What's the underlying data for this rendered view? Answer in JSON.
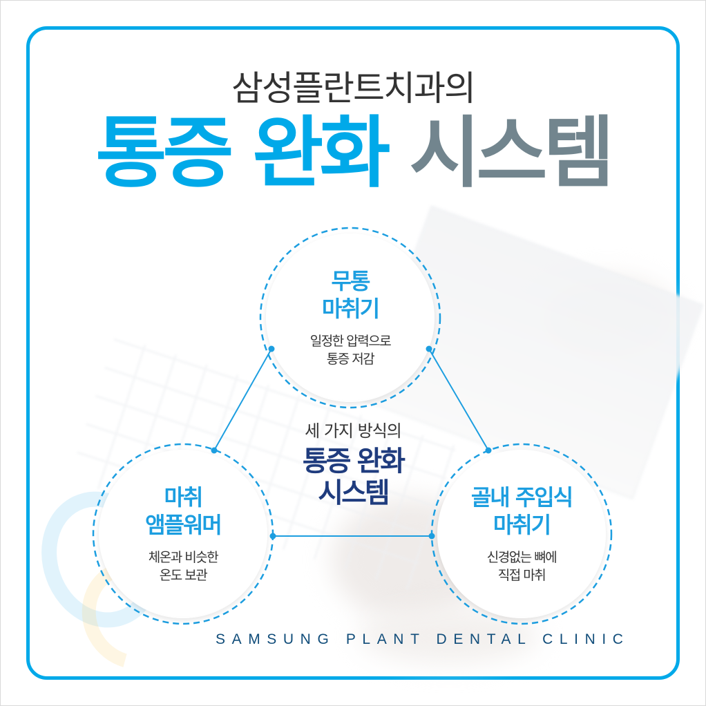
{
  "header": {
    "subtitle": "삼성플란트치과의",
    "headline_blue": "통증 완화",
    "headline_gray": "시스템"
  },
  "center": {
    "intro": "세 가지 방식의",
    "main_line1": "통증 완화",
    "main_line2": "시스템"
  },
  "methods": [
    {
      "title_line1": "무통",
      "title_line2": "마취기",
      "desc_line1": "일정한 압력으로",
      "desc_line2": "통증 저감"
    },
    {
      "title_line1": "마취",
      "title_line2": "앰플워머",
      "desc_line1": "체온과 비슷한",
      "desc_line2": "온도 보관"
    },
    {
      "title_line1": "골내 주입식",
      "title_line2": "마취기",
      "desc_line1": "신경없는 뼈에",
      "desc_line2": "직접 마취"
    }
  ],
  "footer": {
    "brand": "SAMSUNG PLANT DENTAL CLINIC"
  },
  "colors": {
    "accent_blue": "#00a9e9",
    "title_blue": "#1c9ee0",
    "headline_gray": "#72858e",
    "center_navy": "#1f3c7e",
    "footer_navy": "#114d7a"
  }
}
